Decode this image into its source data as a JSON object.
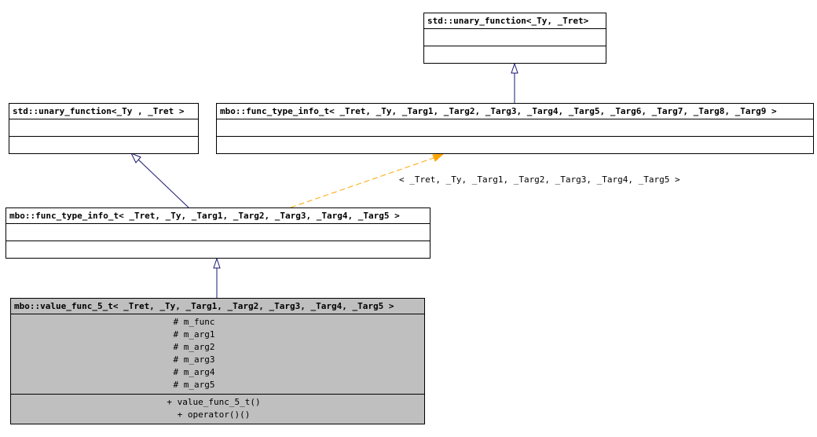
{
  "classes": {
    "unary_top": {
      "name": "std::unary_function<_Ty, _Tret>"
    },
    "unary_left": {
      "name": "std::unary_function<_Ty , _Tret >"
    },
    "func_type_info_9": {
      "name": "mbo::func_type_info_t< _Tret, _Ty, _Targ1, _Targ2, _Targ3, _Targ4, _Targ5, _Targ6, _Targ7, _Targ8, _Targ9 >"
    },
    "func_type_info_5": {
      "name": "mbo::func_type_info_t< _Tret, _Ty, _Targ1, _Targ2, _Targ3, _Targ4, _Targ5 >"
    },
    "value_func_5": {
      "name": "mbo::value_func_5_t< _Tret, _Ty, _Targ1, _Targ2, _Targ3, _Targ4, _Targ5 >",
      "attributes": [
        "# m_func",
        "# m_arg1",
        "# m_arg2",
        "# m_arg3",
        "# m_arg4",
        "# m_arg5"
      ],
      "methods": [
        "+ value_func_5_t()",
        "+ operator()()"
      ]
    }
  },
  "template_edge_label": "< _Tret, _Ty, _Targ1, _Targ2, _Targ3, _Targ4, _Targ5 >",
  "colors": {
    "inheritance": "#191970",
    "template": "#ffa500",
    "focus_fill": "#bfbfbf"
  }
}
